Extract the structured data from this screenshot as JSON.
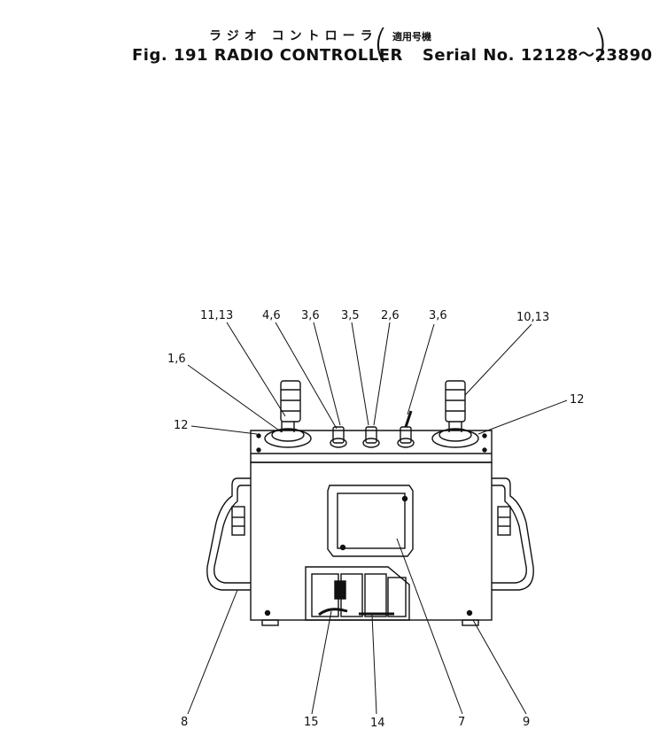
{
  "title": {
    "japanese": "ラジオ コントローラ",
    "applicable_jp": "適用号機",
    "main": "Fig. 191 RADIO CONTROLLER",
    "serial": "Serial No. 12128～23890"
  },
  "callouts": {
    "c_11_13": "11,13",
    "c_4_6": "4,6",
    "c_3_6_a": "3,6",
    "c_3_5": "3,5",
    "c_2_6": "2,6",
    "c_3_6_b": "3,6",
    "c_10_13": "10,13",
    "c_1_6": "1,6",
    "c_12_left": "12",
    "c_12_right": "12",
    "c_8": "8",
    "c_15": "15",
    "c_14": "14",
    "c_7": "7",
    "c_9": "9"
  }
}
